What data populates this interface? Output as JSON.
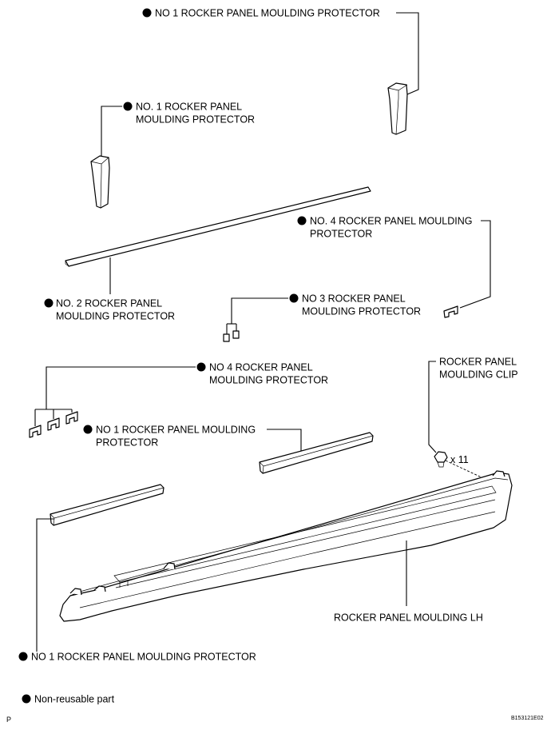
{
  "labels": {
    "p1_top": "NO  1 ROCKER PANEL MOULDING PROTECTOR",
    "p2_line1": "NO. 1 ROCKER PANEL",
    "p2_line2": "MOULDING PROTECTOR",
    "p3_line1": "NO. 4 ROCKER PANEL MOULDING",
    "p3_line2": "PROTECTOR",
    "p4_line1": "NO. 2 ROCKER PANEL",
    "p4_line2": "MOULDING PROTECTOR",
    "p5_line1": "NO  3 ROCKER PANEL",
    "p5_line2": "MOULDING PROTECTOR",
    "p6_line1": "NO  4 ROCKER PANEL",
    "p6_line2": "MOULDING PROTECTOR",
    "p7_line1": "ROCKER PANEL",
    "p7_line2": "MOULDING CLIP",
    "p8_line1": "NO  1 ROCKER PANEL MOULDING",
    "p8_line2": "PROTECTOR",
    "clip_qty": "x 11",
    "moulding": "ROCKER PANEL MOULDING LH",
    "p9_bottom": "NO  1 ROCKER PANEL MOULDING PROTECTOR"
  },
  "legend": {
    "text": "Non-reusable part"
  },
  "footer": {
    "left": "P",
    "right": "B153121E02"
  },
  "colors": {
    "ink": "#000000",
    "background": "#ffffff"
  }
}
